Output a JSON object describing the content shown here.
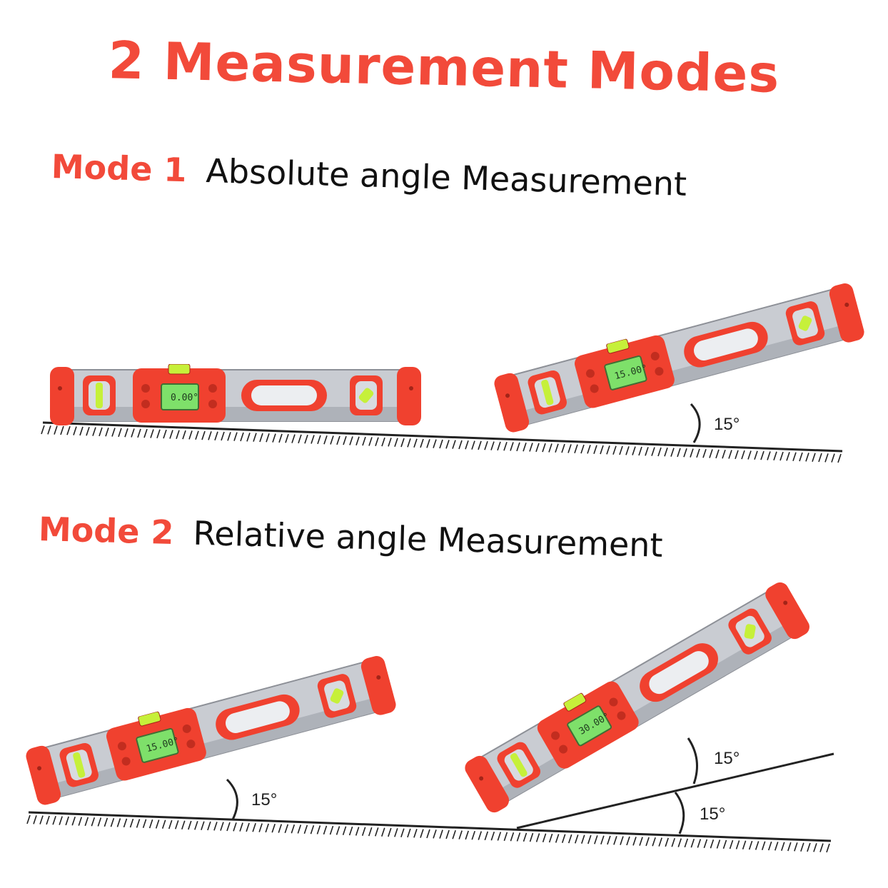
{
  "title": "2 Measurement Modes",
  "modes": [
    {
      "label": "Mode 1",
      "description": "Absolute angle Measurement"
    },
    {
      "label": "Mode 2",
      "description": "Relative angle Measurement"
    }
  ],
  "mode1": {
    "level_flat": {
      "display": "0.00°",
      "tilt_deg": 0
    },
    "level_tilted": {
      "display": "15.00°",
      "tilt_deg": 15
    },
    "angle_label": "15°"
  },
  "mode2": {
    "level_on_slope": {
      "display": "15.00°",
      "tilt_deg": 15
    },
    "level_on_ramp": {
      "display": "30.00°",
      "tilt_deg": 30
    },
    "angle_label_slope": "15°",
    "angle_label_upper": "15°",
    "angle_label_lower": "15°"
  },
  "colors": {
    "accent": "#f24a3a",
    "level_red": "#f0412f",
    "level_body": "#c9ccd2",
    "lcd_green": "#7ee06a",
    "vial": "#c6f03a",
    "ground": "#222222"
  }
}
